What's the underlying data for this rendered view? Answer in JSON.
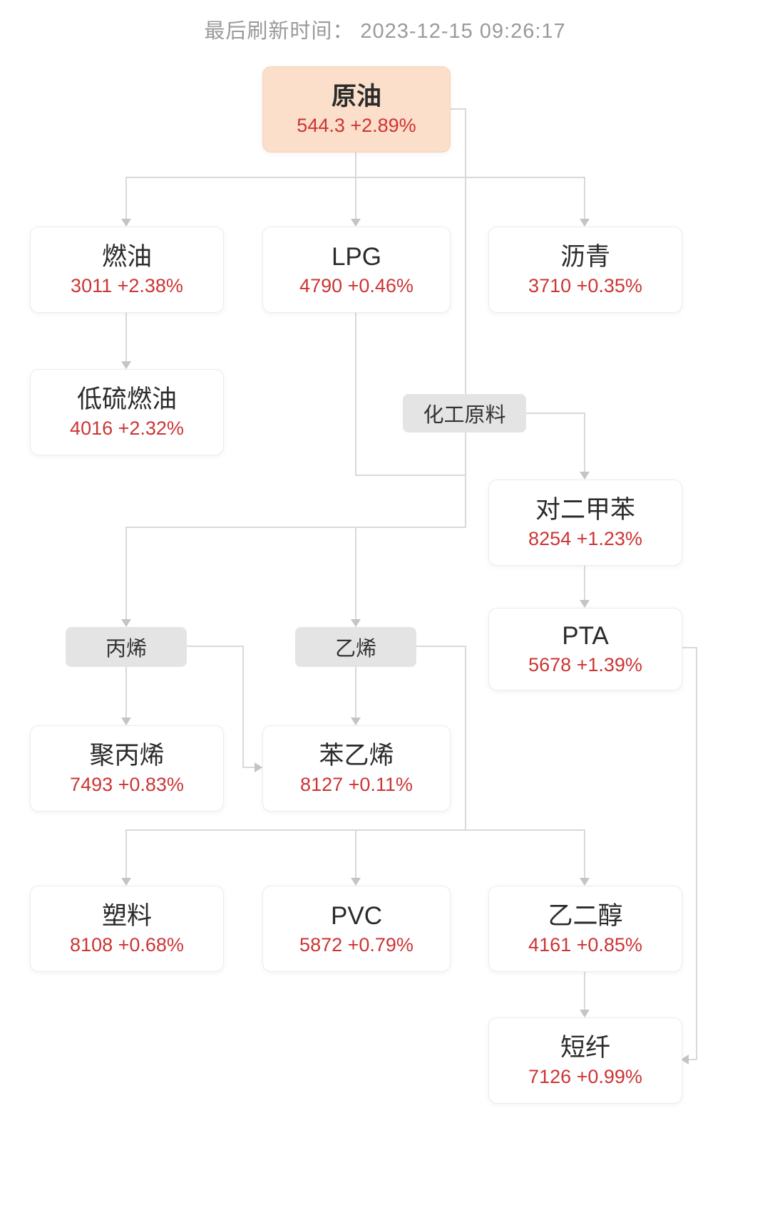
{
  "header": {
    "refresh_label": "最后刷新时间：",
    "refresh_time": "2023-12-15 09:26:17"
  },
  "nodes": {
    "crude_oil": {
      "label": "原油",
      "price": "544.3 +2.89%"
    },
    "fuel_oil": {
      "label": "燃油",
      "price": "3011 +2.38%"
    },
    "lpg": {
      "label": "LPG",
      "price": "4790 +0.46%"
    },
    "asphalt": {
      "label": "沥青",
      "price": "3710 +0.35%"
    },
    "low_sulfur_fuel_oil": {
      "label": "低硫燃油",
      "price": "4016 +2.32%"
    },
    "chemical_feedstock": {
      "label": "化工原料"
    },
    "px": {
      "label": "对二甲苯",
      "price": "8254 +1.23%"
    },
    "pta": {
      "label": "PTA",
      "price": "5678 +1.39%"
    },
    "propylene": {
      "label": "丙烯"
    },
    "ethylene": {
      "label": "乙烯"
    },
    "polypropylene": {
      "label": "聚丙烯",
      "price": "7493 +0.83%"
    },
    "styrene": {
      "label": "苯乙烯",
      "price": "8127 +0.11%"
    },
    "plastics": {
      "label": "塑料",
      "price": "8108 +0.68%"
    },
    "pvc": {
      "label": "PVC",
      "price": "5872 +0.79%"
    },
    "meg": {
      "label": "乙二醇",
      "price": "4161 +0.85%"
    },
    "short_fiber": {
      "label": "短纤",
      "price": "7126 +0.99%"
    }
  },
  "colors": {
    "price_red": "#cd3434",
    "highlight_bg": "#fbdfca",
    "highlight_border": "#f6d2ba",
    "label_bg": "#e4e4e4",
    "line_color": "#d9d9d9",
    "arrow_color": "#c4c4c4",
    "title_color": "#2b2b2b",
    "header_text": "#9a9a9a"
  }
}
